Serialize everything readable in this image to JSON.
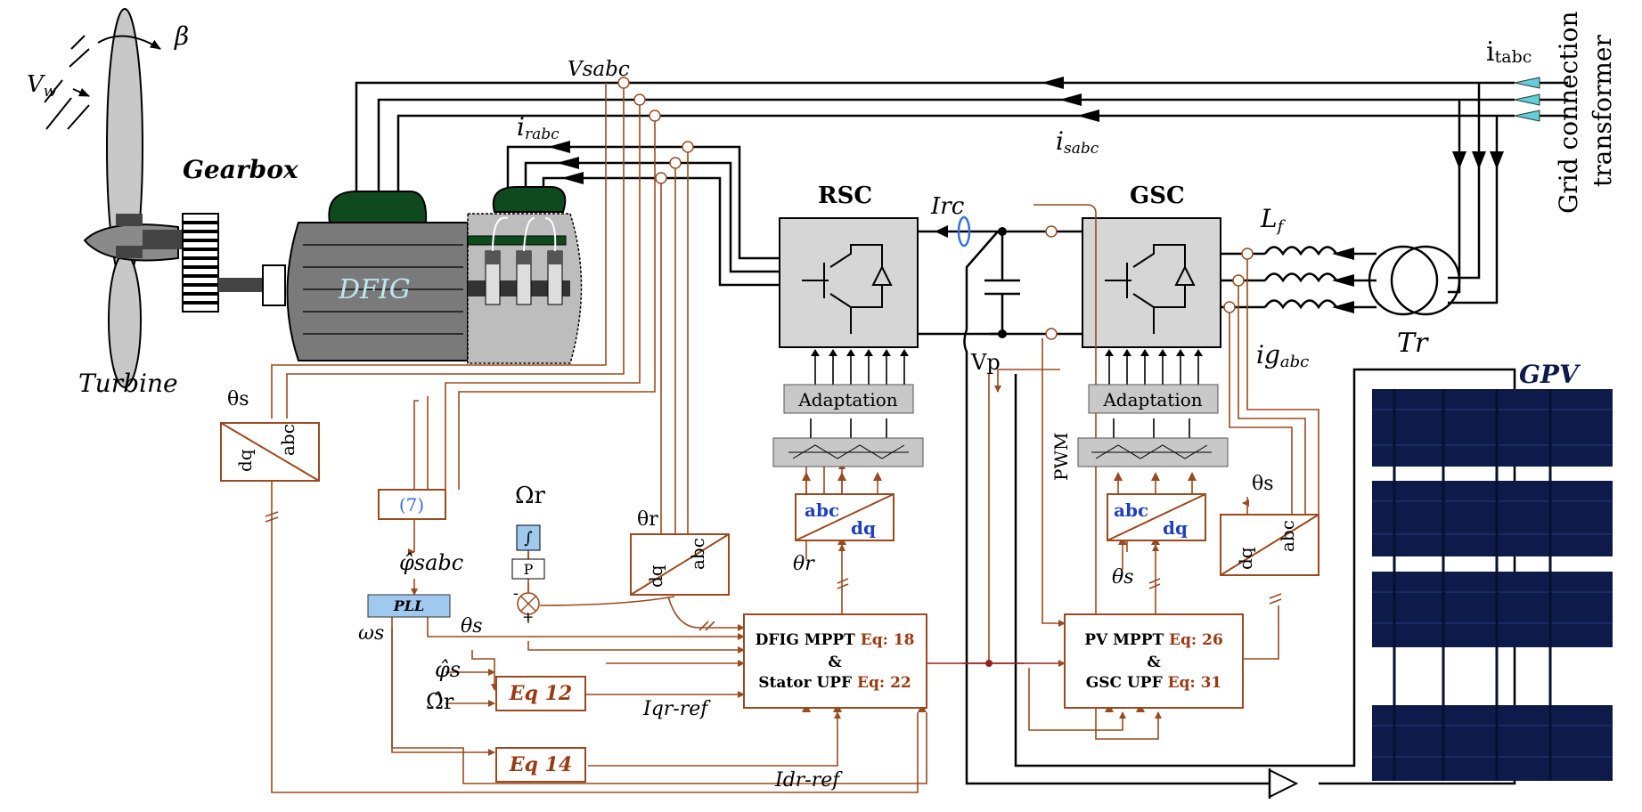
{
  "colors": {
    "wire_control": "#9a4a1f",
    "wire_power": "#000000",
    "box_text_brown": "#9a3a12",
    "pv_panel": "#0e1a4a",
    "pll_fill": "#9fc9ee",
    "converter_fill": "#d6d6d6",
    "dfig_body": "#7a7a7a",
    "terminal_box": "#0f4a1f",
    "sensor_tip": "#5fd0d8",
    "current_probe": "#3a6fd8"
  },
  "labels": {
    "vw": "V",
    "vw_sub": "w",
    "beta": "β",
    "gearbox": "Gearbox",
    "turbine": "Turbine",
    "dfig": "DFIG",
    "vsabc": "Vsabc",
    "irabc_i": "i",
    "irabc_sub": "rabc",
    "isabc_i": "i",
    "isabc_sub": "sabc",
    "itabc_i": "i",
    "itabc_sub": "tabc",
    "grid_line1": "Grid connection",
    "grid_line2": "transformer",
    "rsc": "RSC",
    "gsc": "GSC",
    "irc": "Irc",
    "lf_main": "L",
    "lf_sub": "f",
    "tr": "Tr",
    "igabc_main": "ig",
    "igabc_sub": "abc",
    "gpv": "GPV",
    "vp": "Vp",
    "pwm": "PWM",
    "adaptation_left": "Adaptation",
    "adaptation_right": "Adaptation",
    "theta_s_top": "θs",
    "dq": "dq",
    "abc": "abc",
    "seven": "(7)",
    "phi_sabc": "φ̂sabc",
    "pll": "PLL",
    "omega_s": "ωs",
    "theta_s_pll": "θs",
    "Omega_r": "Ωr",
    "integ": "∫",
    "p": "P",
    "minus": "-",
    "plus": "+",
    "theta_r_in": "θr",
    "theta_r_out": "θr",
    "theta_s_gsc": "θs",
    "theta_s_right": "θs",
    "phi_s": "φ̂s",
    "Omega_r_hat": "Ω̂r",
    "eq12": "Eq 12",
    "eq14": "Eq 14",
    "iqr_ref": "Iqr-ref",
    "idr_ref": "Idr-ref"
  },
  "boxes": {
    "dfig_mppt": {
      "line1_black": "DFIG MPPT",
      "line1_brown": "Eq: 18",
      "line2": "&",
      "line3_black": "Stator UPF",
      "line3_brown": "Eq: 22"
    },
    "pv_mppt": {
      "line1_black": "PV MPPT",
      "line1_brown": "Eq: 26",
      "line2": "&",
      "line3_black": "GSC  UPF",
      "line3_brown": "Eq: 31"
    }
  }
}
